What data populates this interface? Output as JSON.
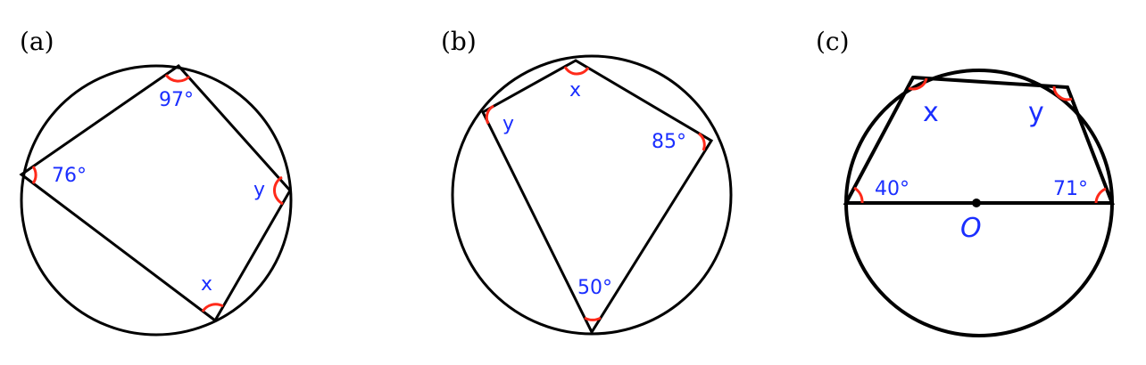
{
  "colors": {
    "lines": "#000000",
    "angle_marks": "#ff2a1a",
    "angle_labels": "#1a2eff"
  },
  "panels": [
    {
      "label": "(a)",
      "angles": {
        "top": "97°",
        "left": "76°",
        "right": "y",
        "bottom": "x"
      }
    },
    {
      "label": "(b)",
      "angles": {
        "top": "x",
        "left": "y",
        "right": "85°",
        "bottom": "50°"
      }
    },
    {
      "label": "(c)",
      "angles": {
        "top_left": "x",
        "top_right": "y",
        "bottom_left": "40°",
        "bottom_right": "71°"
      },
      "center_label": "O"
    }
  ]
}
